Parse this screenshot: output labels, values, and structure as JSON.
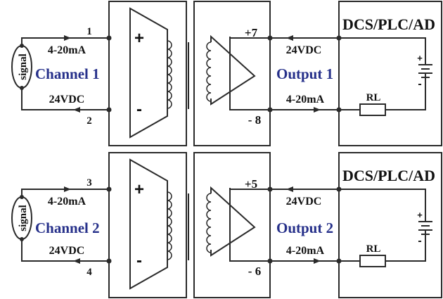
{
  "channels": [
    {
      "signal_label": "signal",
      "channel_label": "Channel 1",
      "output_label": "Output 1",
      "in_top_pin": "1",
      "in_bottom_pin": "2",
      "in_top_current": "4-20mA",
      "in_bottom_voltage": "24VDC",
      "plus_sign": "+",
      "minus_sign": "-",
      "out_top_pin": "+7",
      "out_bottom_pin": "- 8",
      "out_top_voltage": "24VDC",
      "out_bottom_current": "4-20mA",
      "controller_label": "DCS/PLC/AD",
      "resistor_label": "RL",
      "battery_plus": "+",
      "battery_minus": "-"
    },
    {
      "signal_label": "signal",
      "channel_label": "Channel 2",
      "output_label": "Output 2",
      "in_top_pin": "3",
      "in_bottom_pin": "4",
      "in_top_current": "4-20mA",
      "in_bottom_voltage": "24VDC",
      "plus_sign": "+",
      "minus_sign": "-",
      "out_top_pin": "+5",
      "out_bottom_pin": "- 6",
      "out_top_voltage": "24VDC",
      "out_bottom_current": "4-20mA",
      "controller_label": "DCS/PLC/AD",
      "resistor_label": "RL",
      "battery_plus": "+",
      "battery_minus": "-"
    }
  ],
  "colors": {
    "line": "#2a2a2a",
    "text": "#111111",
    "accent_blue": "#26308a",
    "background": "#ffffff"
  }
}
